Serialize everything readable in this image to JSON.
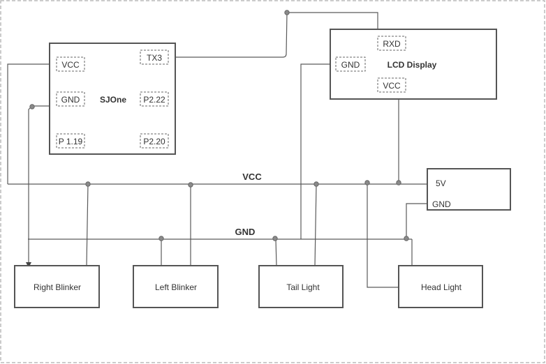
{
  "sjone": {
    "label": "SJOne",
    "pins": {
      "vcc": "VCC",
      "gnd": "GND",
      "p119": "P 1.19",
      "tx3": "TX3",
      "p222": "P2.22",
      "p220": "P2.20"
    }
  },
  "lcd": {
    "label": "LCD Display",
    "pins": {
      "rxd": "RXD",
      "gnd": "GND",
      "vcc": "VCC"
    }
  },
  "power": {
    "v5": "5V",
    "gnd": "GND"
  },
  "buses": {
    "vcc": "VCC",
    "gnd": "GND"
  },
  "loads": {
    "right_blinker": "Right Blinker",
    "left_blinker": "Left Blinker",
    "tail_light": "Tail Light",
    "head_light": "Head Light"
  }
}
